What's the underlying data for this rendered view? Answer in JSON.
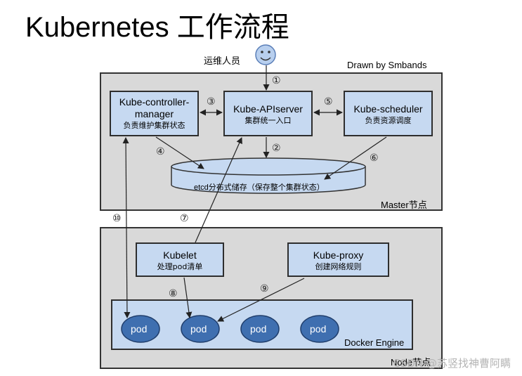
{
  "title": "Kubernetes 工作流程",
  "user_label": "运维人员",
  "author_label": "Drawn by Smbands",
  "master": {
    "label": "Master节点",
    "controller": {
      "name": "Kube-controller-\nmanager",
      "desc": "负责维护集群状态"
    },
    "apiserver": {
      "name": "Kube-APIserver",
      "desc": "集群统一入口"
    },
    "scheduler": {
      "name": "Kube-scheduler",
      "desc": "负责资源调度"
    },
    "etcd": "etcd分布式储存（保存整个集群状态）"
  },
  "node": {
    "label": "Node节点",
    "kubelet": {
      "name": "Kubelet",
      "desc": "处理pod清单"
    },
    "proxy": {
      "name": "Kube-proxy",
      "desc": "创建网络规则"
    },
    "engine": "Docker Engine",
    "pods": [
      "pod",
      "pod",
      "pod",
      "pod"
    ]
  },
  "steps": [
    "①",
    "②",
    "③",
    "④",
    "⑤",
    "⑥",
    "⑦",
    "⑧",
    "⑨",
    "⑩"
  ],
  "colors": {
    "panel": "#d9d9d9",
    "box": "#c6d9f1",
    "pod": "#3f6fb0",
    "smiley": "#b8cfee"
  },
  "watermark": "CSDN @苏竖找神曹阿瞒"
}
